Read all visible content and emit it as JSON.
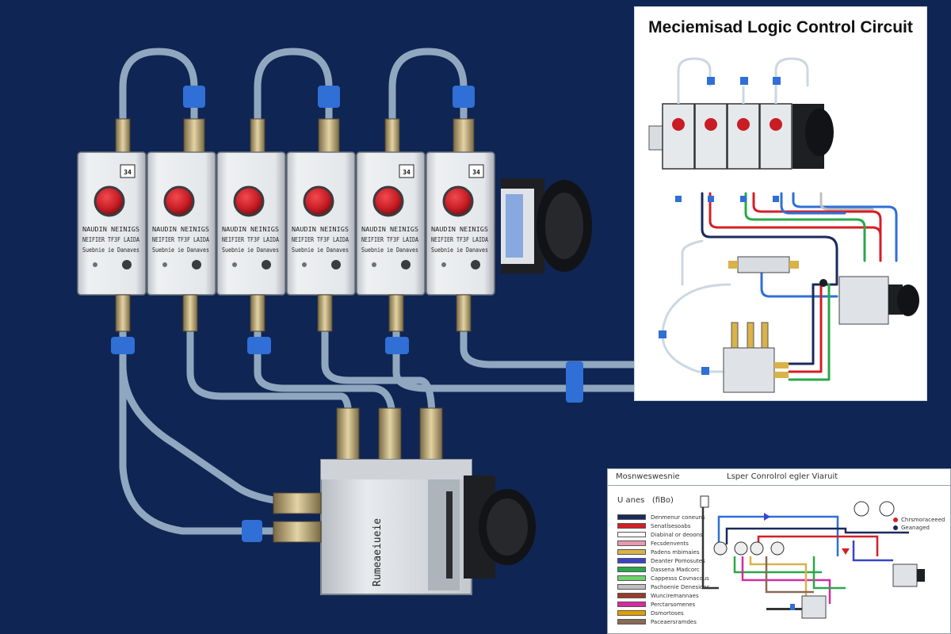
{
  "main_diagram": {
    "valves": [
      {
        "id": "valve-1",
        "badge": "34"
      },
      {
        "id": "valve-2",
        "badge": ""
      },
      {
        "id": "valve-3",
        "badge": ""
      },
      {
        "id": "valve-4",
        "badge": ""
      },
      {
        "id": "valve-5",
        "badge": "34"
      },
      {
        "id": "valve-6",
        "badge": "34"
      }
    ],
    "label_line_1": "NAUDIN NEINIGS",
    "label_line_2": "NEIFIER TF3F LAIDA",
    "label_line_3": "Suebnie ie Danaves",
    "actuator_label": "Rumeaeiueie",
    "colors": {
      "background": "#0f2553",
      "knob": "#c81d25",
      "clip": "#2f6fd6",
      "tube": "#9fb6cc",
      "body": "#d9dde2"
    }
  },
  "panel_top": {
    "title": "Meciemisad Logic Control Circuit"
  },
  "panel_bottom": {
    "left_title": "Mosnweswesnie",
    "center_title": "Lsper Conrolrol egler Viaruit",
    "legend_head": "U anes",
    "legend_sub": "(fiBo)",
    "legend": [
      {
        "label": "Denmenur coneuns",
        "color": "#1b2a5c"
      },
      {
        "label": "Senatlsesoabs",
        "color": "#d41f26"
      },
      {
        "label": "Diabinal or deoons",
        "color": "#ffffff"
      },
      {
        "label": "Fecsdenvents",
        "color": "#e99ab0"
      },
      {
        "label": "Padens mbimaies",
        "color": "#d9b24a"
      },
      {
        "label": "Deanter Pomosutes",
        "color": "#3b44c9"
      },
      {
        "label": "Dassena Madcorc",
        "color": "#2aa84a"
      },
      {
        "label": "Cappesss Covnacous",
        "color": "#6fd36c"
      },
      {
        "label": "Pachoenie Denesions",
        "color": "#bfbfbf"
      },
      {
        "label": "Wunciremannaes",
        "color": "#9b3a2a"
      },
      {
        "label": "Perctarsomenes",
        "color": "#d62ba0"
      },
      {
        "label": "Dsmortoses",
        "color": "#e0a000"
      },
      {
        "label": "Paceaersramdes",
        "color": "#8a6a55"
      }
    ],
    "key": [
      {
        "label": "Chrsmoraceeed",
        "color": "#d41f26"
      },
      {
        "label": "Geanaged",
        "color": "#1b2a5c"
      }
    ]
  }
}
